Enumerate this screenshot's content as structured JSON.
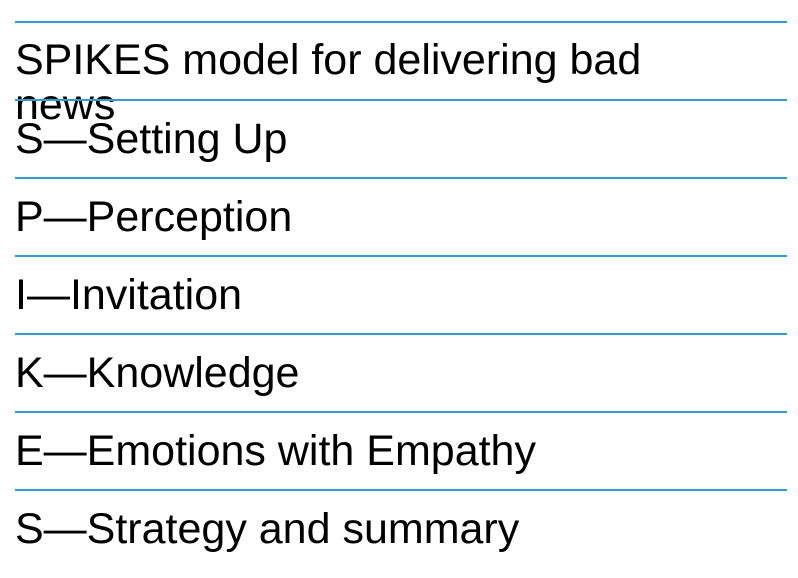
{
  "table": {
    "header": "SPIKES model for delivering bad news",
    "rows": [
      "S—Setting Up",
      "P—Perception",
      "I—Invitation",
      "K—Knowledge",
      "E—Emotions with Empathy",
      "S—Strategy and summary"
    ]
  },
  "colors": {
    "rule": "#2f9fd0",
    "text": "#000000",
    "background": "#ffffff"
  }
}
